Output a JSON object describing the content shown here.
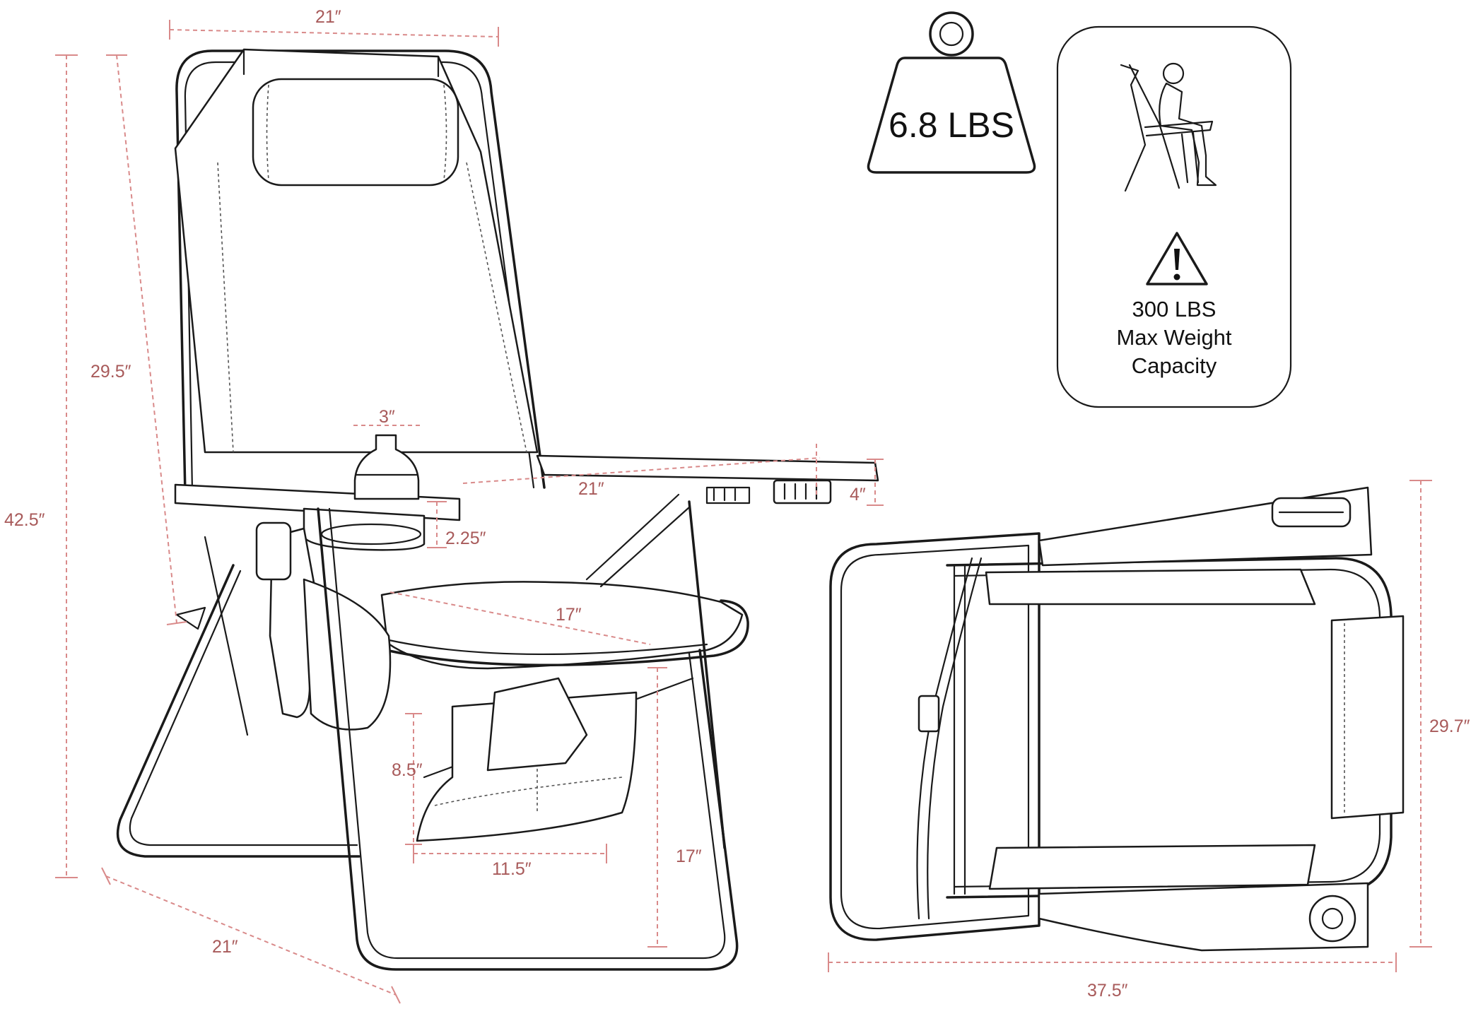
{
  "weight_badge": {
    "label": "6.8 LBS"
  },
  "capacity_badge": {
    "line1": "300 LBS",
    "line2": "Max Weight",
    "line3": "Capacity"
  },
  "dimensions": {
    "top_width": "21″",
    "back_height": "29.5″",
    "total_height": "42.5″",
    "bottle_width": "3″",
    "cupholder_depth": "2.25″",
    "armrest_length": "21″",
    "armrest_height": "4″",
    "seat_depth": "17″",
    "pocket_height": "8.5″",
    "pocket_width": "11.5″",
    "seat_height": "17″",
    "base_width": "21″",
    "folded_height": "29.7″",
    "folded_length": "37.5″"
  },
  "colors": {
    "dimension": "#a85a5a",
    "line": "#1a1a1a"
  }
}
